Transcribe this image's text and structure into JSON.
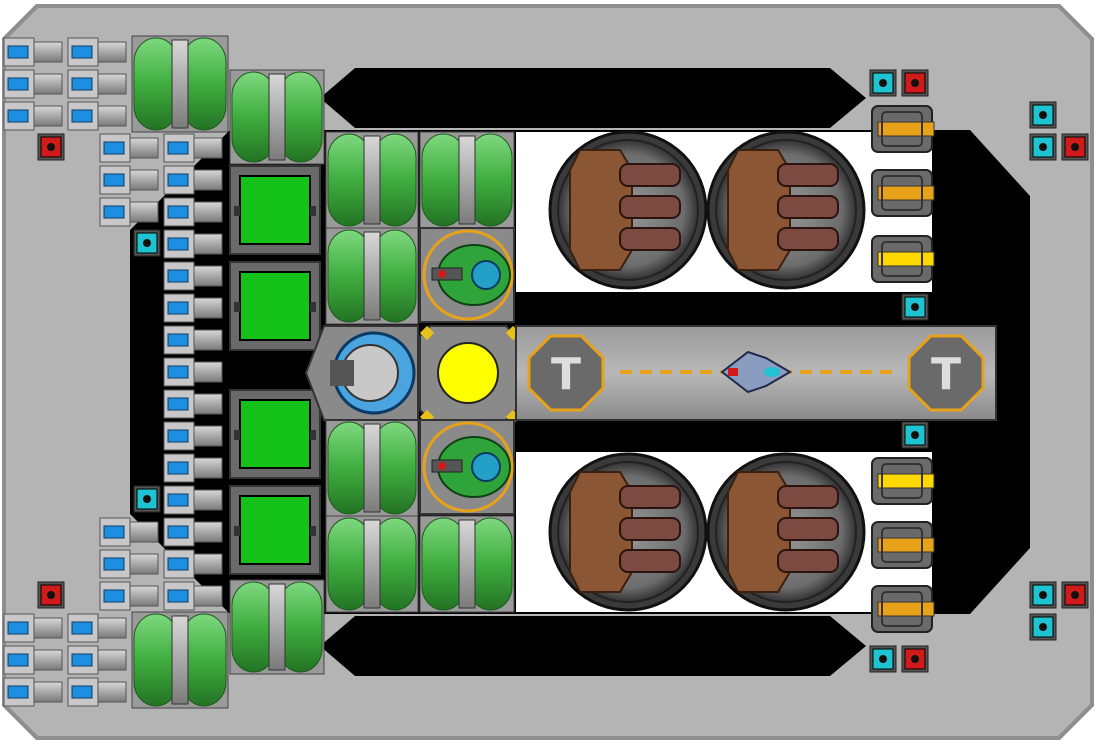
{
  "ship": {
    "colors": {
      "hull": "#b4b4b4",
      "hull_edge": "#8e8e8e",
      "void": "#000000",
      "floor": "#ffffff",
      "battery": "#15c21a",
      "pipe_green": "#3fae3f",
      "reactor_yellow": "#ffff00",
      "accent_orange": "#e8a21a",
      "cyan": "#1fc3d1",
      "red": "#d11a1a"
    },
    "blocks": {
      "batteries": 4,
      "shield_generators": 2,
      "cargo_turrets": 4,
      "hangar_pads": 2,
      "fighter_craft": 1,
      "side_turrets": 6
    },
    "pad_marks": [
      "T",
      "T"
    ]
  }
}
